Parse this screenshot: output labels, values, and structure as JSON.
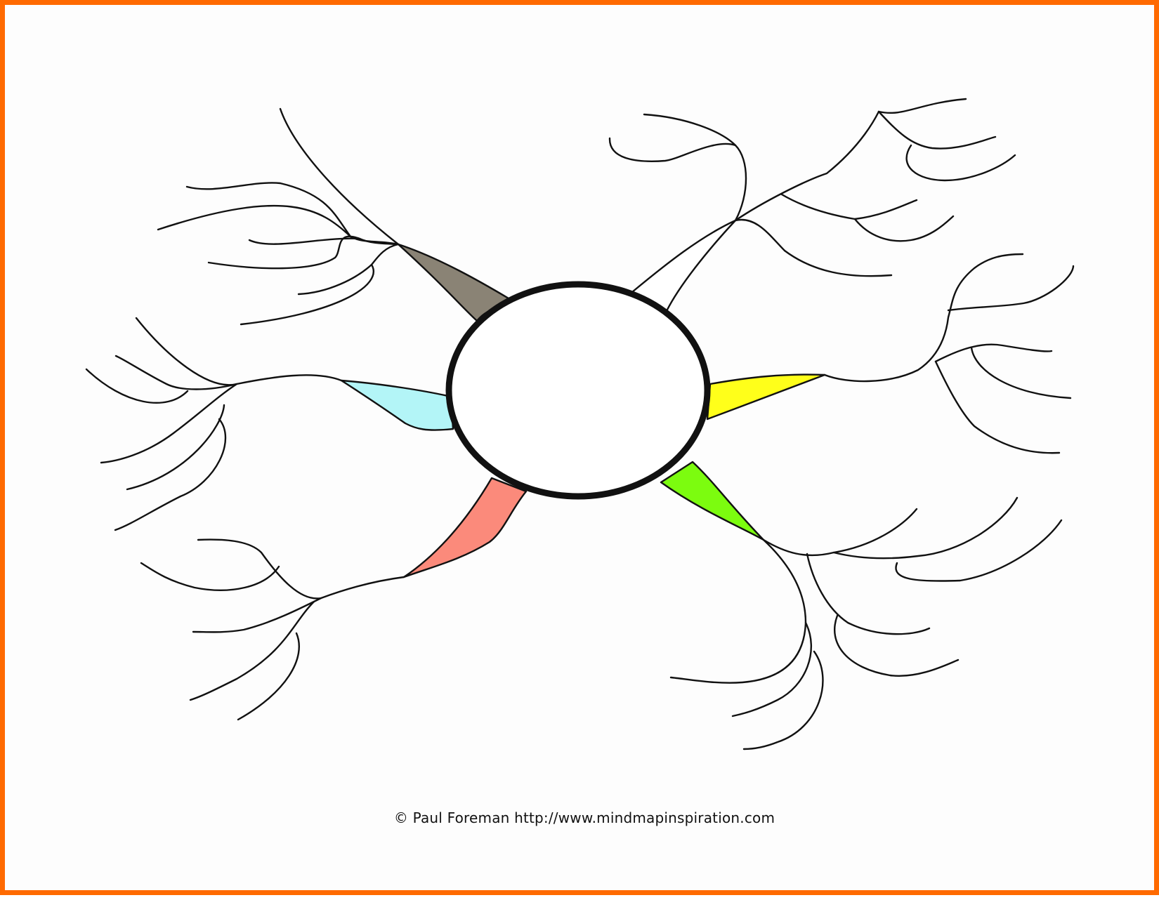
{
  "page": {
    "border_color": "#ff6a00",
    "background": "#fdfdfd"
  },
  "mind_map": {
    "central_topic": {
      "text": "",
      "outline_color": "#111111"
    },
    "main_branches": [
      {
        "id": "upper-left",
        "fill": "#8a8375"
      },
      {
        "id": "upper-right",
        "fill": "#ffffff"
      },
      {
        "id": "left",
        "fill": "#b3f5f7"
      },
      {
        "id": "right",
        "fill": "#ffff1a"
      },
      {
        "id": "lower-left",
        "fill": "#fb8a7b"
      },
      {
        "id": "lower-right",
        "fill": "#7cfc0f"
      }
    ]
  },
  "footer": {
    "copyright": "© Paul Foreman http://www.mindmapinspiration.com"
  }
}
